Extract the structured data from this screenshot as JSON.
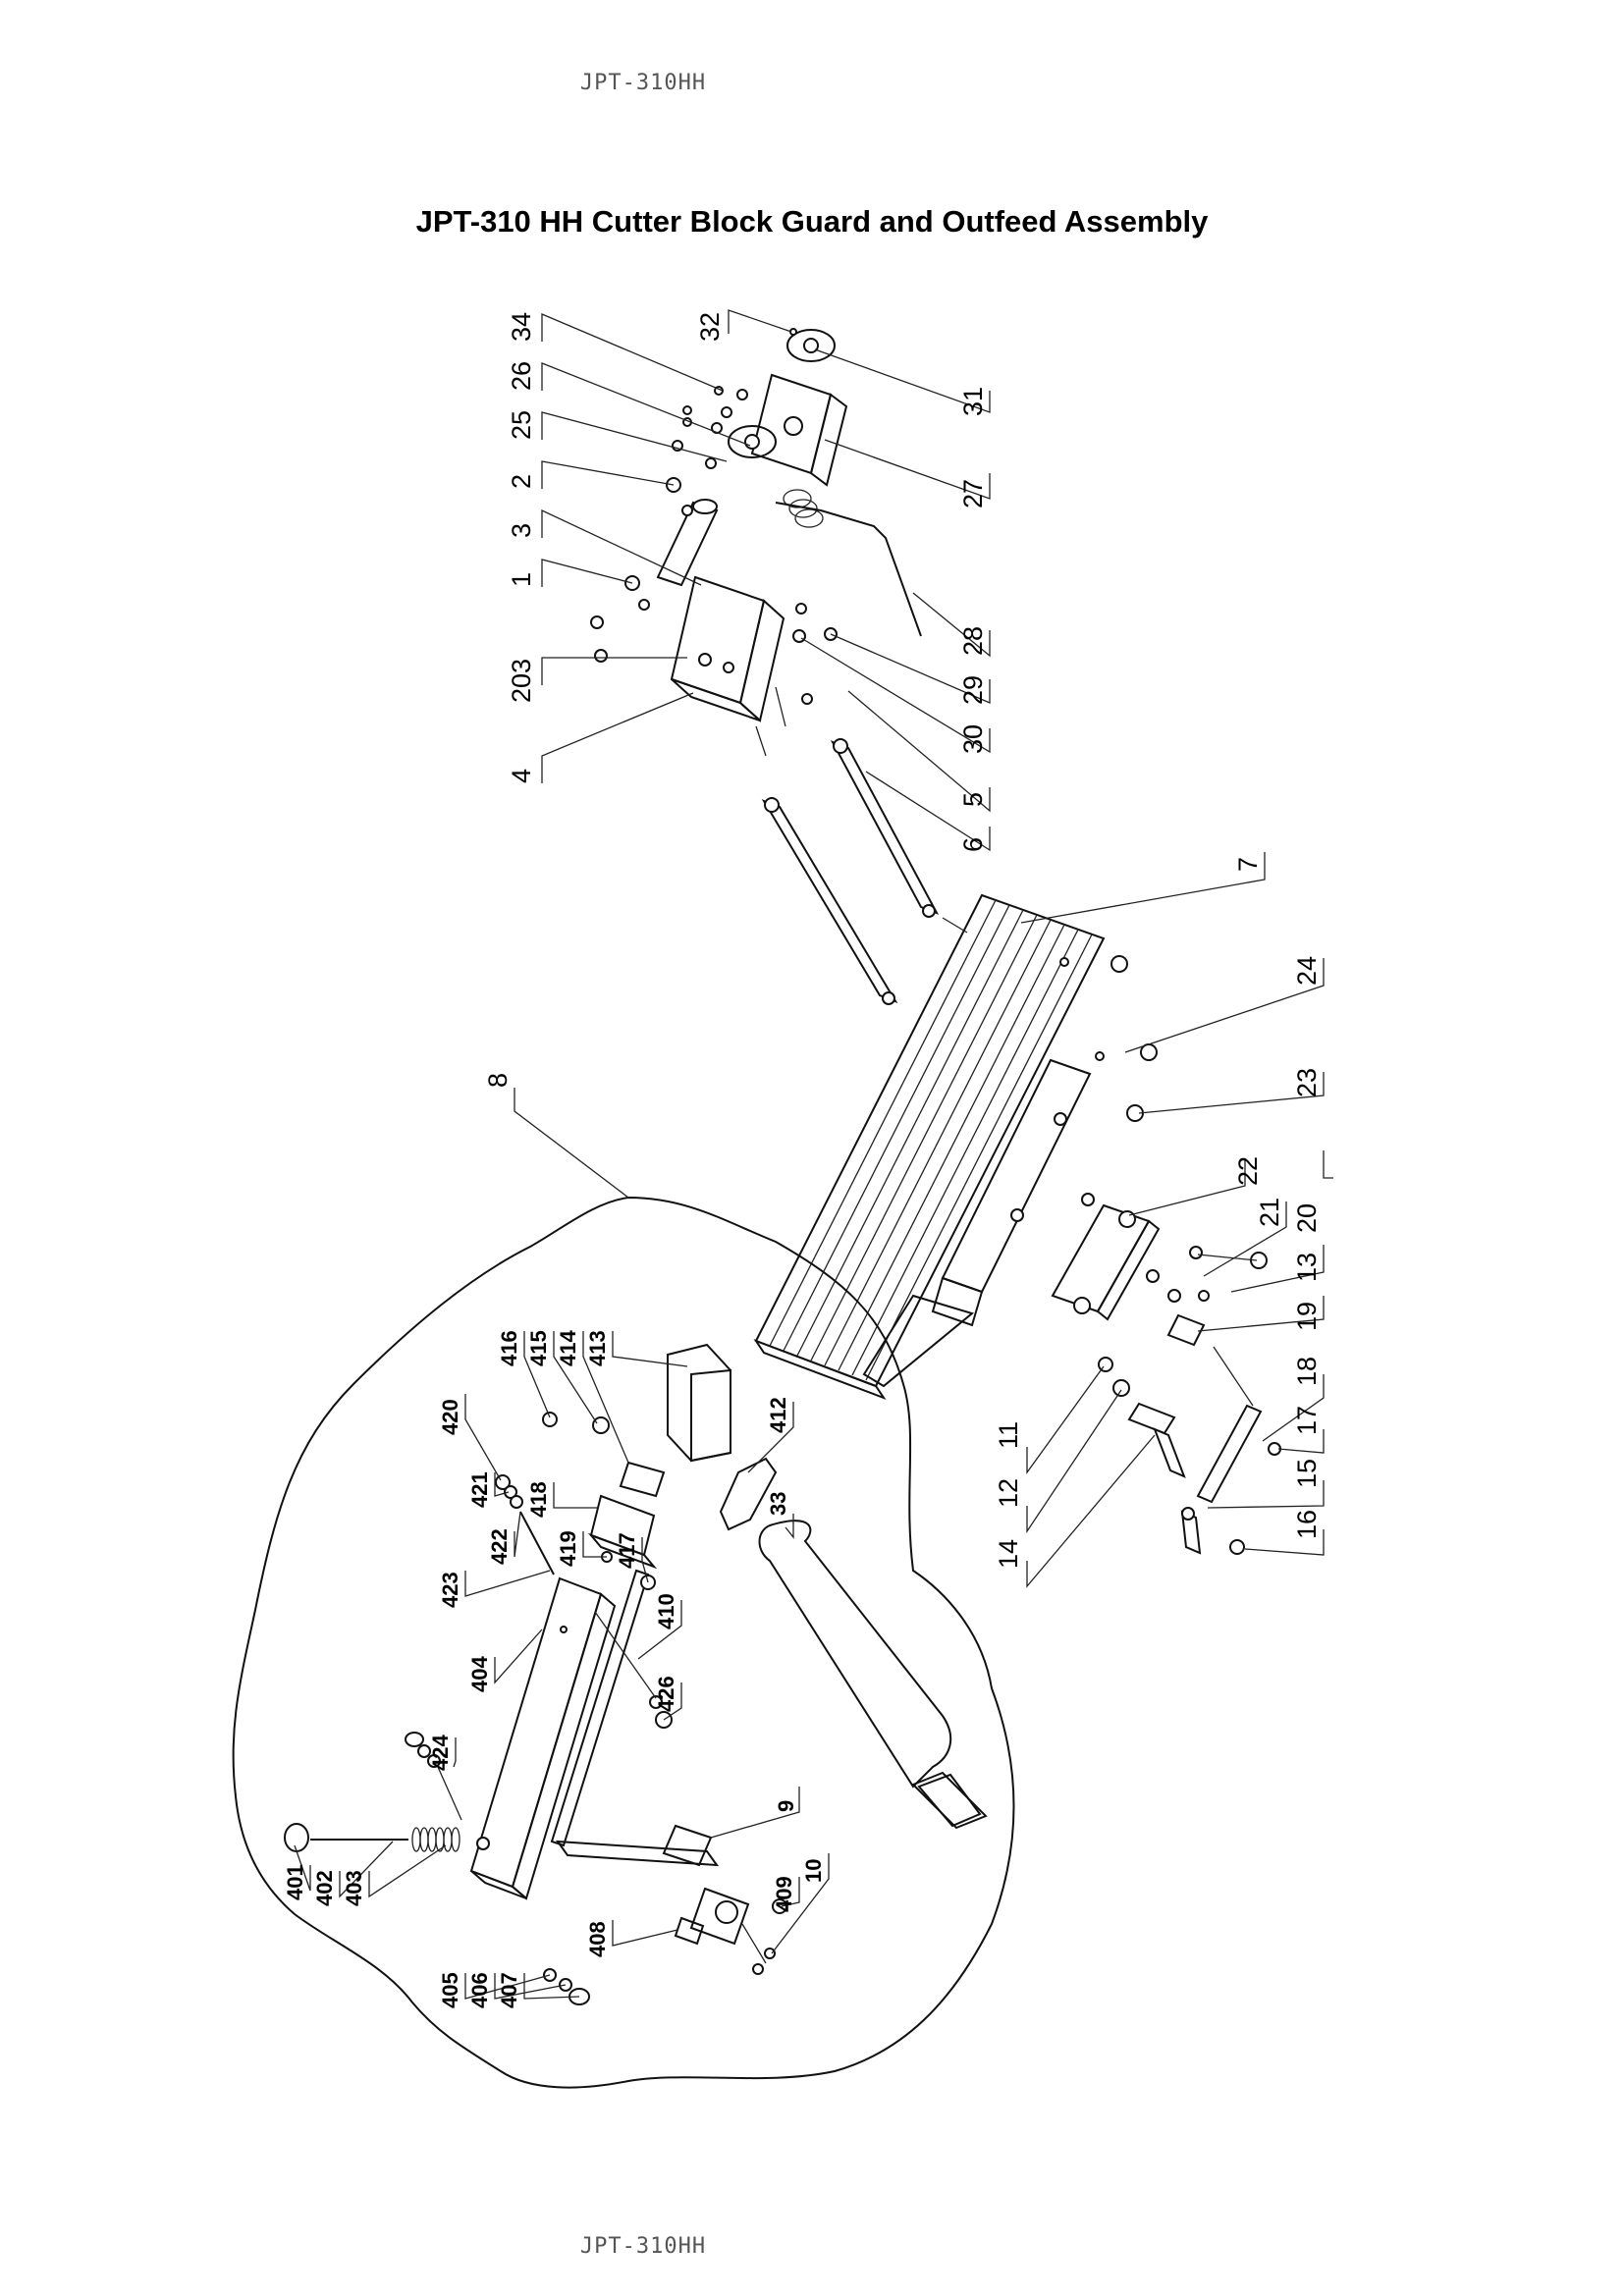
{
  "header": {
    "model_top": "JPT-310HH",
    "model_bottom": "JPT-310HH"
  },
  "title": "JPT-310 HH Cutter Block Guard and Outfeed Assembly",
  "labels": {
    "p1": "1",
    "p2": "2",
    "p3": "3",
    "p4": "4",
    "p5": "5",
    "p6": "6",
    "p7": "7",
    "p8": "8",
    "p9": "9",
    "p10": "10",
    "p11": "11",
    "p12": "12",
    "p13": "13",
    "p14": "14",
    "p15": "15",
    "p16": "16",
    "p17": "17",
    "p18": "18",
    "p19": "19",
    "p20": "20",
    "p21": "21",
    "p22": "22",
    "p23": "23",
    "p24": "24",
    "p25": "25",
    "p26": "26",
    "p27": "27",
    "p28": "28",
    "p29": "29",
    "p30": "30",
    "p31": "31",
    "p32": "32",
    "p33": "33",
    "p34": "34",
    "p203": "203",
    "p401": "401",
    "p402": "402",
    "p403": "403",
    "p404": "404",
    "p405": "405",
    "p406": "406",
    "p407": "407",
    "p408": "408",
    "p409": "409",
    "p410": "410",
    "p412": "412",
    "p413": "413",
    "p414": "414",
    "p415": "415",
    "p416": "416",
    "p417": "417",
    "p418": "418",
    "p419": "419",
    "p420": "420",
    "p421": "421",
    "p422": "422",
    "p423": "423",
    "p424": "424",
    "p426": "426"
  }
}
